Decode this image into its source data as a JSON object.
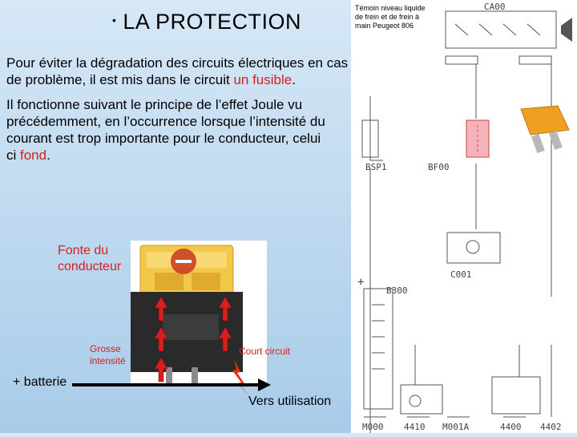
{
  "slide": {
    "title": "LA PROTECTION",
    "bullet": "•",
    "para1_text": "Pour éviter la dégradation des circuits électriques en cas de problème, il est mis dans le circuit ",
    "para1_red": "un fusible",
    "para1_end": ".",
    "para2_line1": "Il fonctionne suivant le principe de l’effet Joule vu",
    "para2_line2": "précédemment, en l’occurrence lorsque l’intensité du",
    "para2_line3": "courant est trop importante pour le conducteur, celui",
    "para2_line4_start": "ci ",
    "para2_line4_red": "fond",
    "para2_line4_end": "."
  },
  "labels": {
    "fonte_line1": "Fonte du",
    "fonte_line2": "conducteur",
    "grosse_line1": "Grosse",
    "grosse_line2": "intensité",
    "court_circuit": "Court circuit",
    "batterie": "+ batterie",
    "vers_utilisation": "Vers utilisation"
  },
  "schema": {
    "temoin_line1": "Témoin niveau liquide",
    "temoin_line2": "de frein et de frein à",
    "temoin_line3": "main  Peugeot 806",
    "ca00": "CA00",
    "bsp1": "BSP1",
    "bf00": "BF00",
    "b300": "B300",
    "c001": "C001",
    "m000": "M000",
    "x4410": "4410",
    "m001a": "M001A",
    "x4400": "4400",
    "x4402": "4402",
    "plus": "+"
  },
  "colors": {
    "accent_red": "#d52020",
    "fuse_orange": "#f0a020",
    "fuse_yellow": "#f2c84a",
    "relay_dark": "#2a2a2a"
  },
  "icons": {
    "arrow": "red-arrow-icon",
    "lightning": "lightning-icon",
    "horn": "horn-icon"
  }
}
